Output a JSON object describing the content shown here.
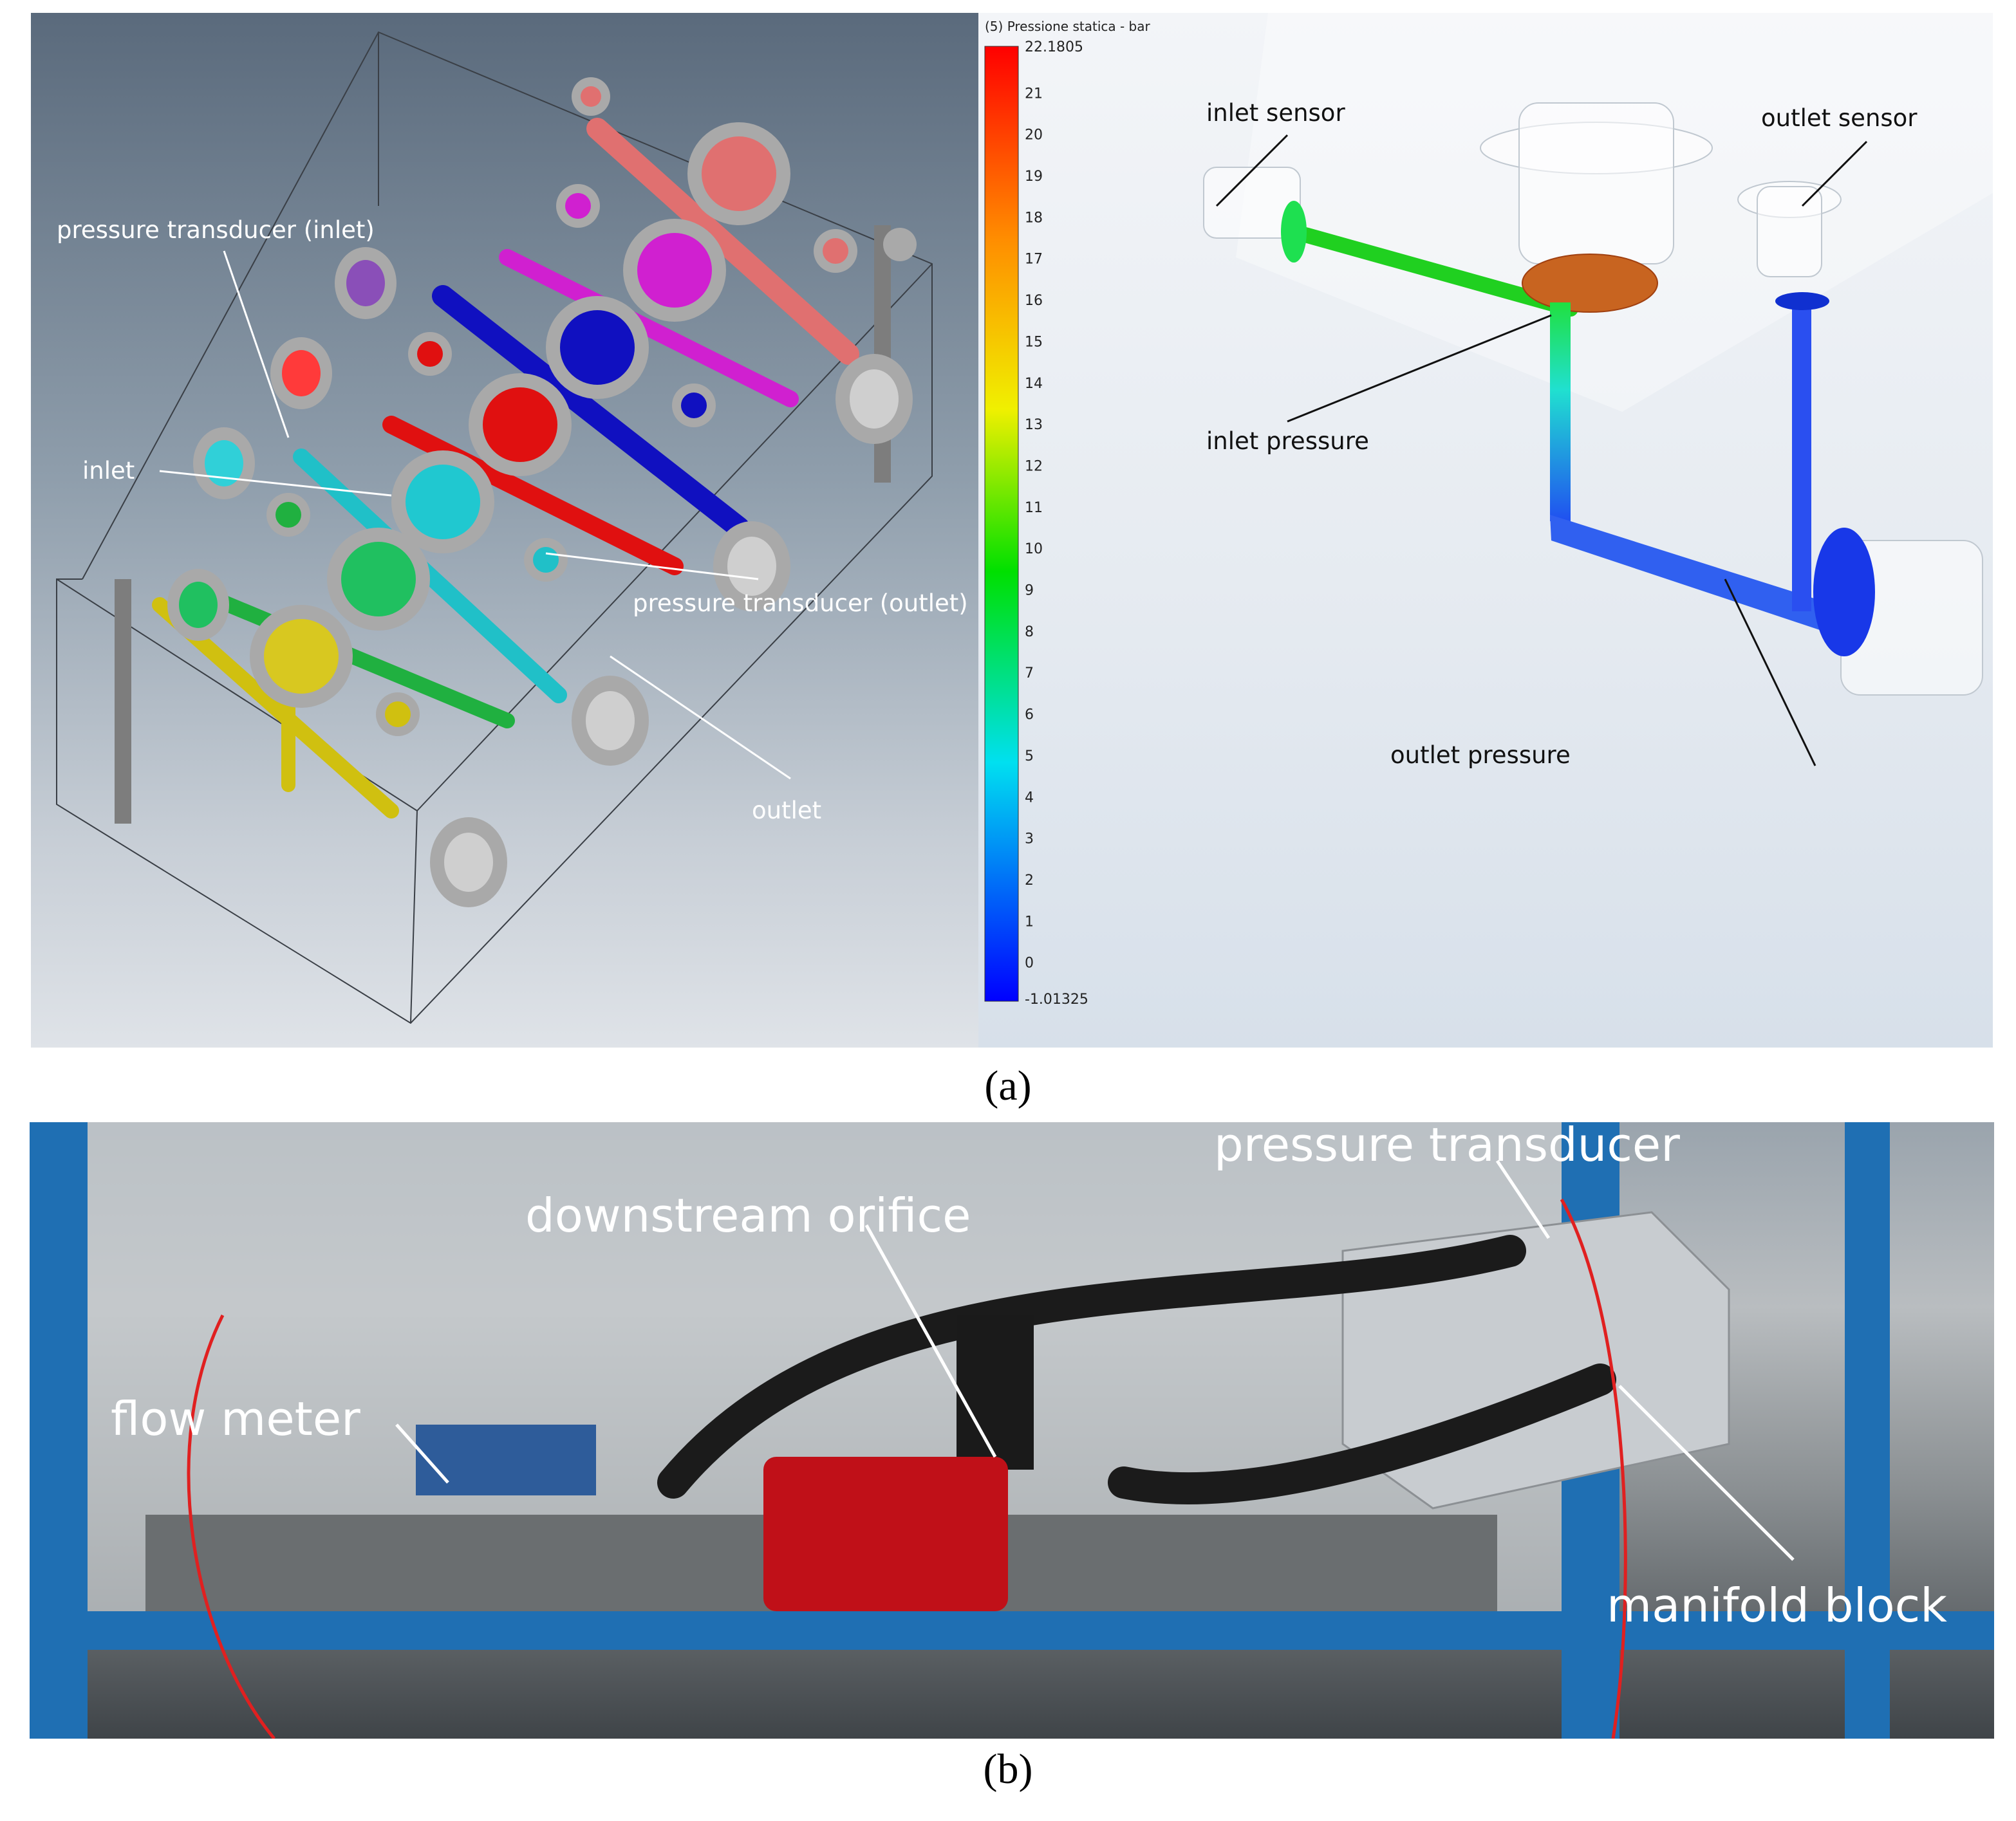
{
  "captions": {
    "a": "(a)",
    "b": "(b)"
  },
  "panel_a": {
    "labels": {
      "pressure_transducer_inlet": "pressure transducer (inlet)",
      "inlet": "inlet",
      "pressure_transducer_outlet": "pressure transducer (outlet)",
      "outlet": "outlet"
    },
    "colorbar": {
      "title": "(5) Pressione statica - bar",
      "max_label": "22.1805",
      "min_label": "-1.01325",
      "ticks": [
        "21",
        "20",
        "19",
        "18",
        "17",
        "16",
        "15",
        "14",
        "13",
        "12",
        "11",
        "10",
        "9",
        "8",
        "7",
        "6",
        "5",
        "4",
        "3",
        "2",
        "1",
        "0"
      ],
      "colors": [
        "#ff0000",
        "#ff8800",
        "#ffff00",
        "#00ff00",
        "#00ffff",
        "#0000ff"
      ]
    },
    "simulation_labels": {
      "inlet_sensor": "inlet sensor",
      "outlet_sensor": "outlet sensor",
      "inlet_pressure": "inlet pressure",
      "outlet_pressure": "outlet pressure"
    }
  },
  "panel_b": {
    "labels": {
      "pressure_transducer": "pressure transducer",
      "downstream_orifice": "downstream orifice",
      "flow_meter": "flow meter",
      "manifold_block": "manifold block"
    }
  }
}
